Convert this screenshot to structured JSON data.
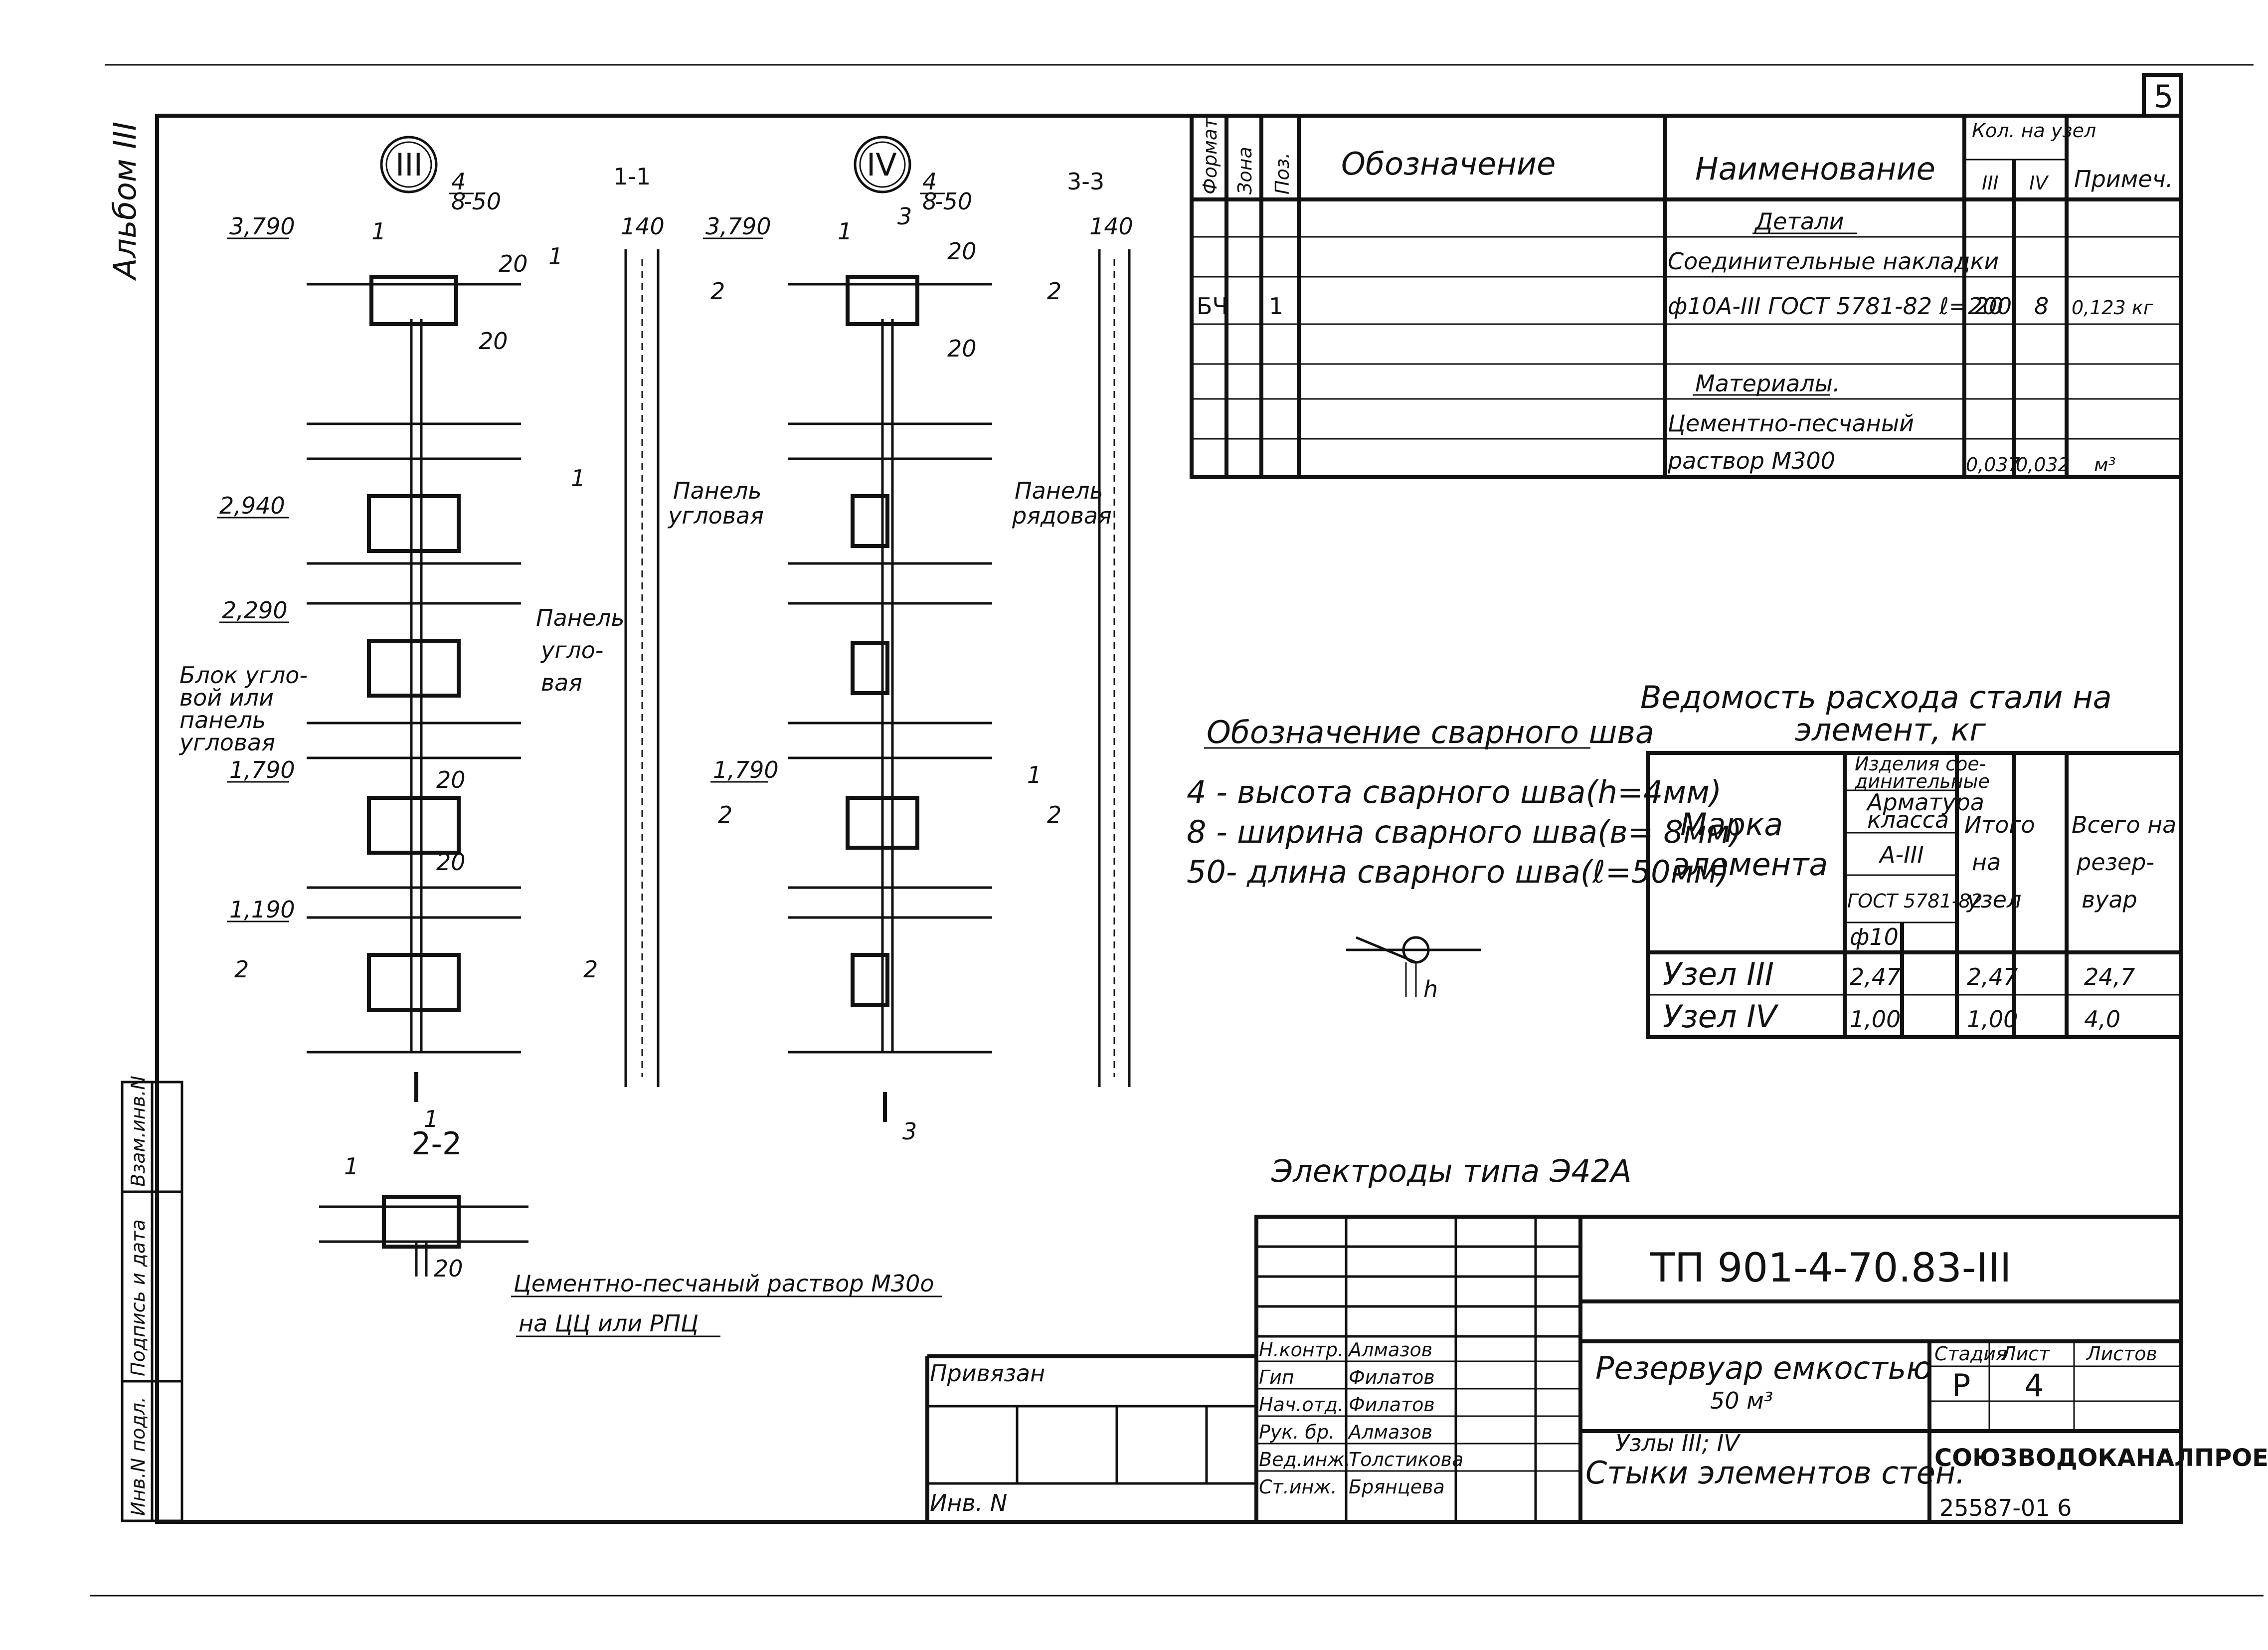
{
  "page_number": "5",
  "album_label": "Альбом III",
  "details": {
    "node3_circle": "III",
    "node4_circle": "IV",
    "weld_mark_top": "4",
    "weld_mark_bottom": "8",
    "weld_mark_len": "-50",
    "section_1_1": "1-1",
    "section_3_3": "3-3",
    "section_2_2": "2-2",
    "mark_140": "140",
    "mark_20": "20",
    "mark_1": "1",
    "mark_2": "2",
    "mark_3": "3",
    "elev_3790": "3,790",
    "elev_2940": "2,940",
    "elev_2290": "2,290",
    "elev_1790": "1,790",
    "elev_1190": "1,190",
    "label_panel_corner_1": "Панель",
    "label_panel_corner_2": "угловая",
    "label_panel_row_1": "Панель",
    "label_panel_row_2": "рядовая",
    "label_panel_corner2_1": "Панель",
    "label_panel_corner2_2": "угло-",
    "label_panel_corner2_3": "вая",
    "label_block_1": "Блок угло-",
    "label_block_2": "вой или",
    "label_block_3": "панель",
    "label_block_4": "угловая",
    "mortar_label_1": "Цементно-песчаный раствор М30о",
    "mortar_label_2": "на ЦЦ или РПЦ"
  },
  "spec_table": {
    "headers": {
      "format": "Формат",
      "zone": "Зона",
      "pos": "Поз.",
      "designation": "Обозначение",
      "name": "Наименование",
      "qty": "Кол. на узел",
      "qty_iii": "III",
      "qty_iv": "IV",
      "note": "Примеч."
    },
    "section_details": "Детали",
    "item_name_1": "Соединительные накладки",
    "item_format": "БЧ",
    "item_pos": "1",
    "item_name_2": "ф10А-III ГОСТ 5781-82 ℓ=200",
    "item_qty_iii": "20",
    "item_qty_iv": "8",
    "item_note": "0,123 кг",
    "section_materials": "Материалы.",
    "mat_name_1": "Цементно-песчаный",
    "mat_name_2": "раствор М300",
    "mat_qty_iii": "0,037",
    "mat_qty_iv": "0,032",
    "mat_note": "м³"
  },
  "weld": {
    "title": "Обозначение сварного шва",
    "line1": "4 - высота сварного шва(h=4мм)",
    "line2": "8 - ширина сварного шва(в= 8мм)",
    "line3": "50- длина сварного шва(ℓ=50мм)",
    "h_label": "h"
  },
  "steel_table": {
    "title_1": "Ведомость расхода стали на",
    "title_2": "элемент, кг",
    "col_mark_1": "Марка",
    "col_mark_2": "элемента",
    "col_products_1": "Изделия сое-",
    "col_products_2": "динительные",
    "col_armature_1": "Арматура",
    "col_armature_2": "класса",
    "col_class": "А-III",
    "col_gost": "ГОСТ 5781-82",
    "col_dia": "ф10",
    "col_total_1": "Итого",
    "col_total_2": "на",
    "col_total_3": "узел",
    "col_all_1": "Всего на",
    "col_all_2": "резер-",
    "col_all_3": "вуар",
    "rows": [
      {
        "mark": "Узел III",
        "value": "2,47",
        "total": "2,47",
        "all": "24,7"
      },
      {
        "mark": "Узел IV",
        "value": "1,00",
        "total": "1,00",
        "all": "4,0"
      }
    ]
  },
  "electrodes": "Электроды типа Э42А",
  "side_stamp": {
    "inv_orig": "Инв.N подл.",
    "sign_date": "Подпись и дата",
    "inv_replace": "Взам.инв.N"
  },
  "title_block": {
    "code": "ТП 901-4-70.83-III",
    "privyazan": "Привязан",
    "inv": "Инв. N",
    "roles": [
      "Н.контр.",
      "Гип",
      "Нач.отд.",
      "Рук. бр.",
      "Вед.инж.",
      "Ст.инж."
    ],
    "names": [
      "Алмазов",
      "Филатов",
      "Филатов",
      "Алмазов",
      "Толстикова",
      "Брянцева"
    ],
    "title_1": "Резервуар емкостью",
    "title_2": "50 м³",
    "sheet_1": "Узлы III; IV",
    "sheet_2": "Стыки элементов стен.",
    "stage_label": "Стадия",
    "sheet_label": "Лист",
    "sheets_label": "Листов",
    "stage": "Р",
    "sheet": "4",
    "org": "СОЮЗВОДОКАНАЛПРОЕКТ"
  },
  "archive_number": "25587-01 6"
}
